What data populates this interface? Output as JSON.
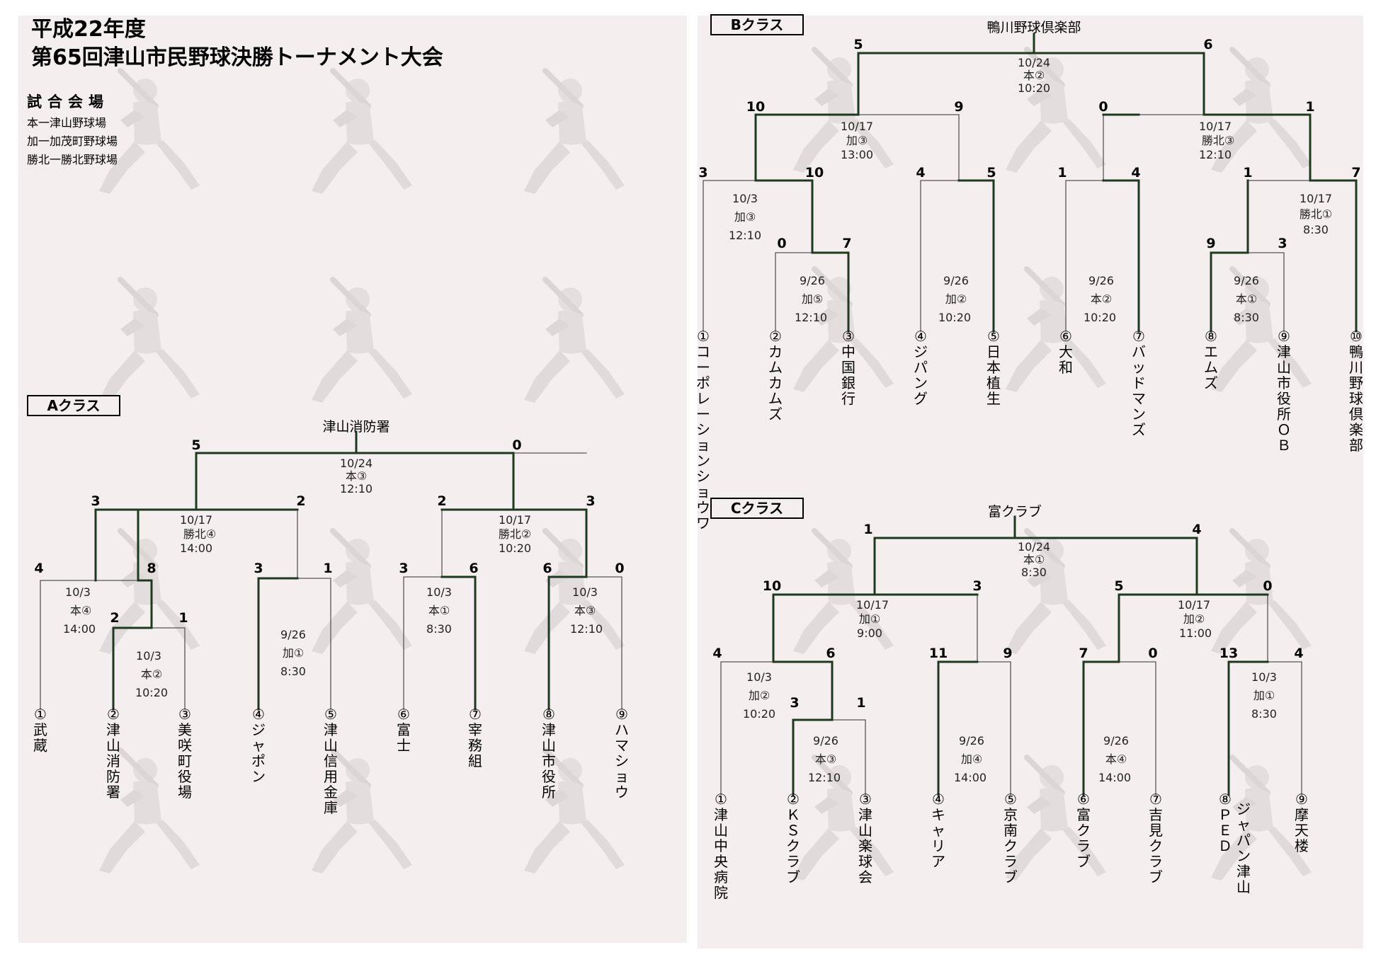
{
  "title": {
    "line1": "平成22年度",
    "line2": "第65回津山市民野球決勝トーナメント大会"
  },
  "venues": {
    "heading": "試合会場",
    "items": [
      "本一津山野球場",
      "加一加茂町野球場",
      "勝北一勝北野球場"
    ]
  },
  "classes": {
    "A": {
      "label": "Aクラス",
      "champion": "津山消防署",
      "teams": [
        "①武蔵",
        "②津山消防署",
        "③美咲町役場",
        "④ジャポン",
        "⑤津山信用金庫",
        "⑥富士",
        "⑦宰務組",
        "⑧津山市役所",
        "⑨ハマショウ"
      ],
      "matches": [
        {
          "date": "10/3",
          "venue": "本②",
          "time": "10:20",
          "scores": [
            "2",
            "1"
          ]
        },
        {
          "date": "10/3",
          "venue": "本④",
          "time": "14:00",
          "scores": [
            "4",
            "8"
          ]
        },
        {
          "date": "9/26",
          "venue": "加①",
          "time": "8:30",
          "scores": [
            "3",
            "1"
          ]
        },
        {
          "date": "10/3",
          "venue": "本①",
          "time": "8:30",
          "scores": [
            "3",
            "6"
          ]
        },
        {
          "date": "10/3",
          "venue": "本③",
          "time": "12:10",
          "scores": [
            "6",
            "0"
          ]
        },
        {
          "date": "10/17",
          "venue": "勝北④",
          "time": "14:00",
          "scores": [
            "3",
            "2"
          ]
        },
        {
          "date": "10/17",
          "venue": "勝北②",
          "time": "10:20",
          "scores": [
            "2",
            "3"
          ]
        },
        {
          "date": "10/24",
          "venue": "本③",
          "time": "12:10",
          "scores": [
            "5",
            "0"
          ]
        }
      ]
    },
    "B": {
      "label": "Bクラス",
      "champion": "鴨川野球倶楽部",
      "teams": [
        "①コーポレーションショウワ",
        "②カムカムズ",
        "③中国銀行",
        "④ジパング",
        "⑤日本植生",
        "⑥大和",
        "⑦バッドマンズ",
        "⑧エムズ",
        "⑨津山市役所ＯＢ",
        "⑩鴨川野球倶楽部"
      ],
      "matches": [
        {
          "date": "9/26",
          "venue": "加⑤",
          "time": "12:10",
          "scores": [
            "0",
            "7"
          ]
        },
        {
          "date": "9/26",
          "venue": "加②",
          "time": "10:20",
          "scores": [
            "4",
            "5"
          ]
        },
        {
          "date": "9/26",
          "venue": "本②",
          "time": "10:20",
          "scores": [
            "1",
            "4"
          ]
        },
        {
          "date": "9/26",
          "venue": "本①",
          "time": "8:30",
          "scores": [
            "9",
            "3"
          ]
        },
        {
          "date": "10/3",
          "venue": "加③",
          "time": "12:10",
          "scores": [
            "3",
            "10"
          ]
        },
        {
          "date": "10/17",
          "venue": "勝北①",
          "time": "8:30",
          "scores": [
            "1",
            "7"
          ]
        },
        {
          "date": "10/17",
          "venue": "加③",
          "time": "13:00",
          "scores": [
            "10",
            "9"
          ]
        },
        {
          "date": "10/17",
          "venue": "勝北③",
          "time": "12:10",
          "scores": [
            "0",
            "1"
          ]
        },
        {
          "date": "10/24",
          "venue": "本②",
          "time": "10:20",
          "scores": [
            "5",
            "6"
          ]
        }
      ]
    },
    "C": {
      "label": "Cクラス",
      "champion": "富クラブ",
      "teams": [
        "①津山中央病院",
        "②ＫＳクラブ",
        "③津山楽球会",
        "④キャリア",
        "⑤京南クラブ",
        "⑥富クラブ",
        "⑦吉見クラブ",
        "⑧ＰＥＤ",
        "⑨摩天楼"
      ],
      "team8_sub": "ジャパン津山",
      "matches": [
        {
          "date": "9/26",
          "venue": "本③",
          "time": "12:10",
          "scores": [
            "3",
            "1"
          ]
        },
        {
          "date": "9/26",
          "venue": "加④",
          "time": "14:00",
          "scores": [
            "11",
            "9"
          ]
        },
        {
          "date": "9/26",
          "venue": "本④",
          "time": "14:00",
          "scores": [
            "7",
            "0"
          ]
        },
        {
          "date": "10/3",
          "venue": "加②",
          "time": "10:20",
          "scores": [
            "4",
            "6"
          ]
        },
        {
          "date": "10/3",
          "venue": "加①",
          "time": "8:30",
          "scores": [
            "13",
            "4"
          ]
        },
        {
          "date": "10/17",
          "venue": "加①",
          "time": "9:00",
          "scores": [
            "10",
            "3"
          ]
        },
        {
          "date": "10/17",
          "venue": "加②",
          "time": "11:00",
          "scores": [
            "5",
            "0"
          ]
        },
        {
          "date": "10/24",
          "venue": "本①",
          "time": "8:30",
          "scores": [
            "1",
            "4"
          ]
        }
      ]
    }
  },
  "colors": {
    "winner_line": "#1e3a1e",
    "loser_line": "#555555",
    "background": "#f4eeee"
  }
}
